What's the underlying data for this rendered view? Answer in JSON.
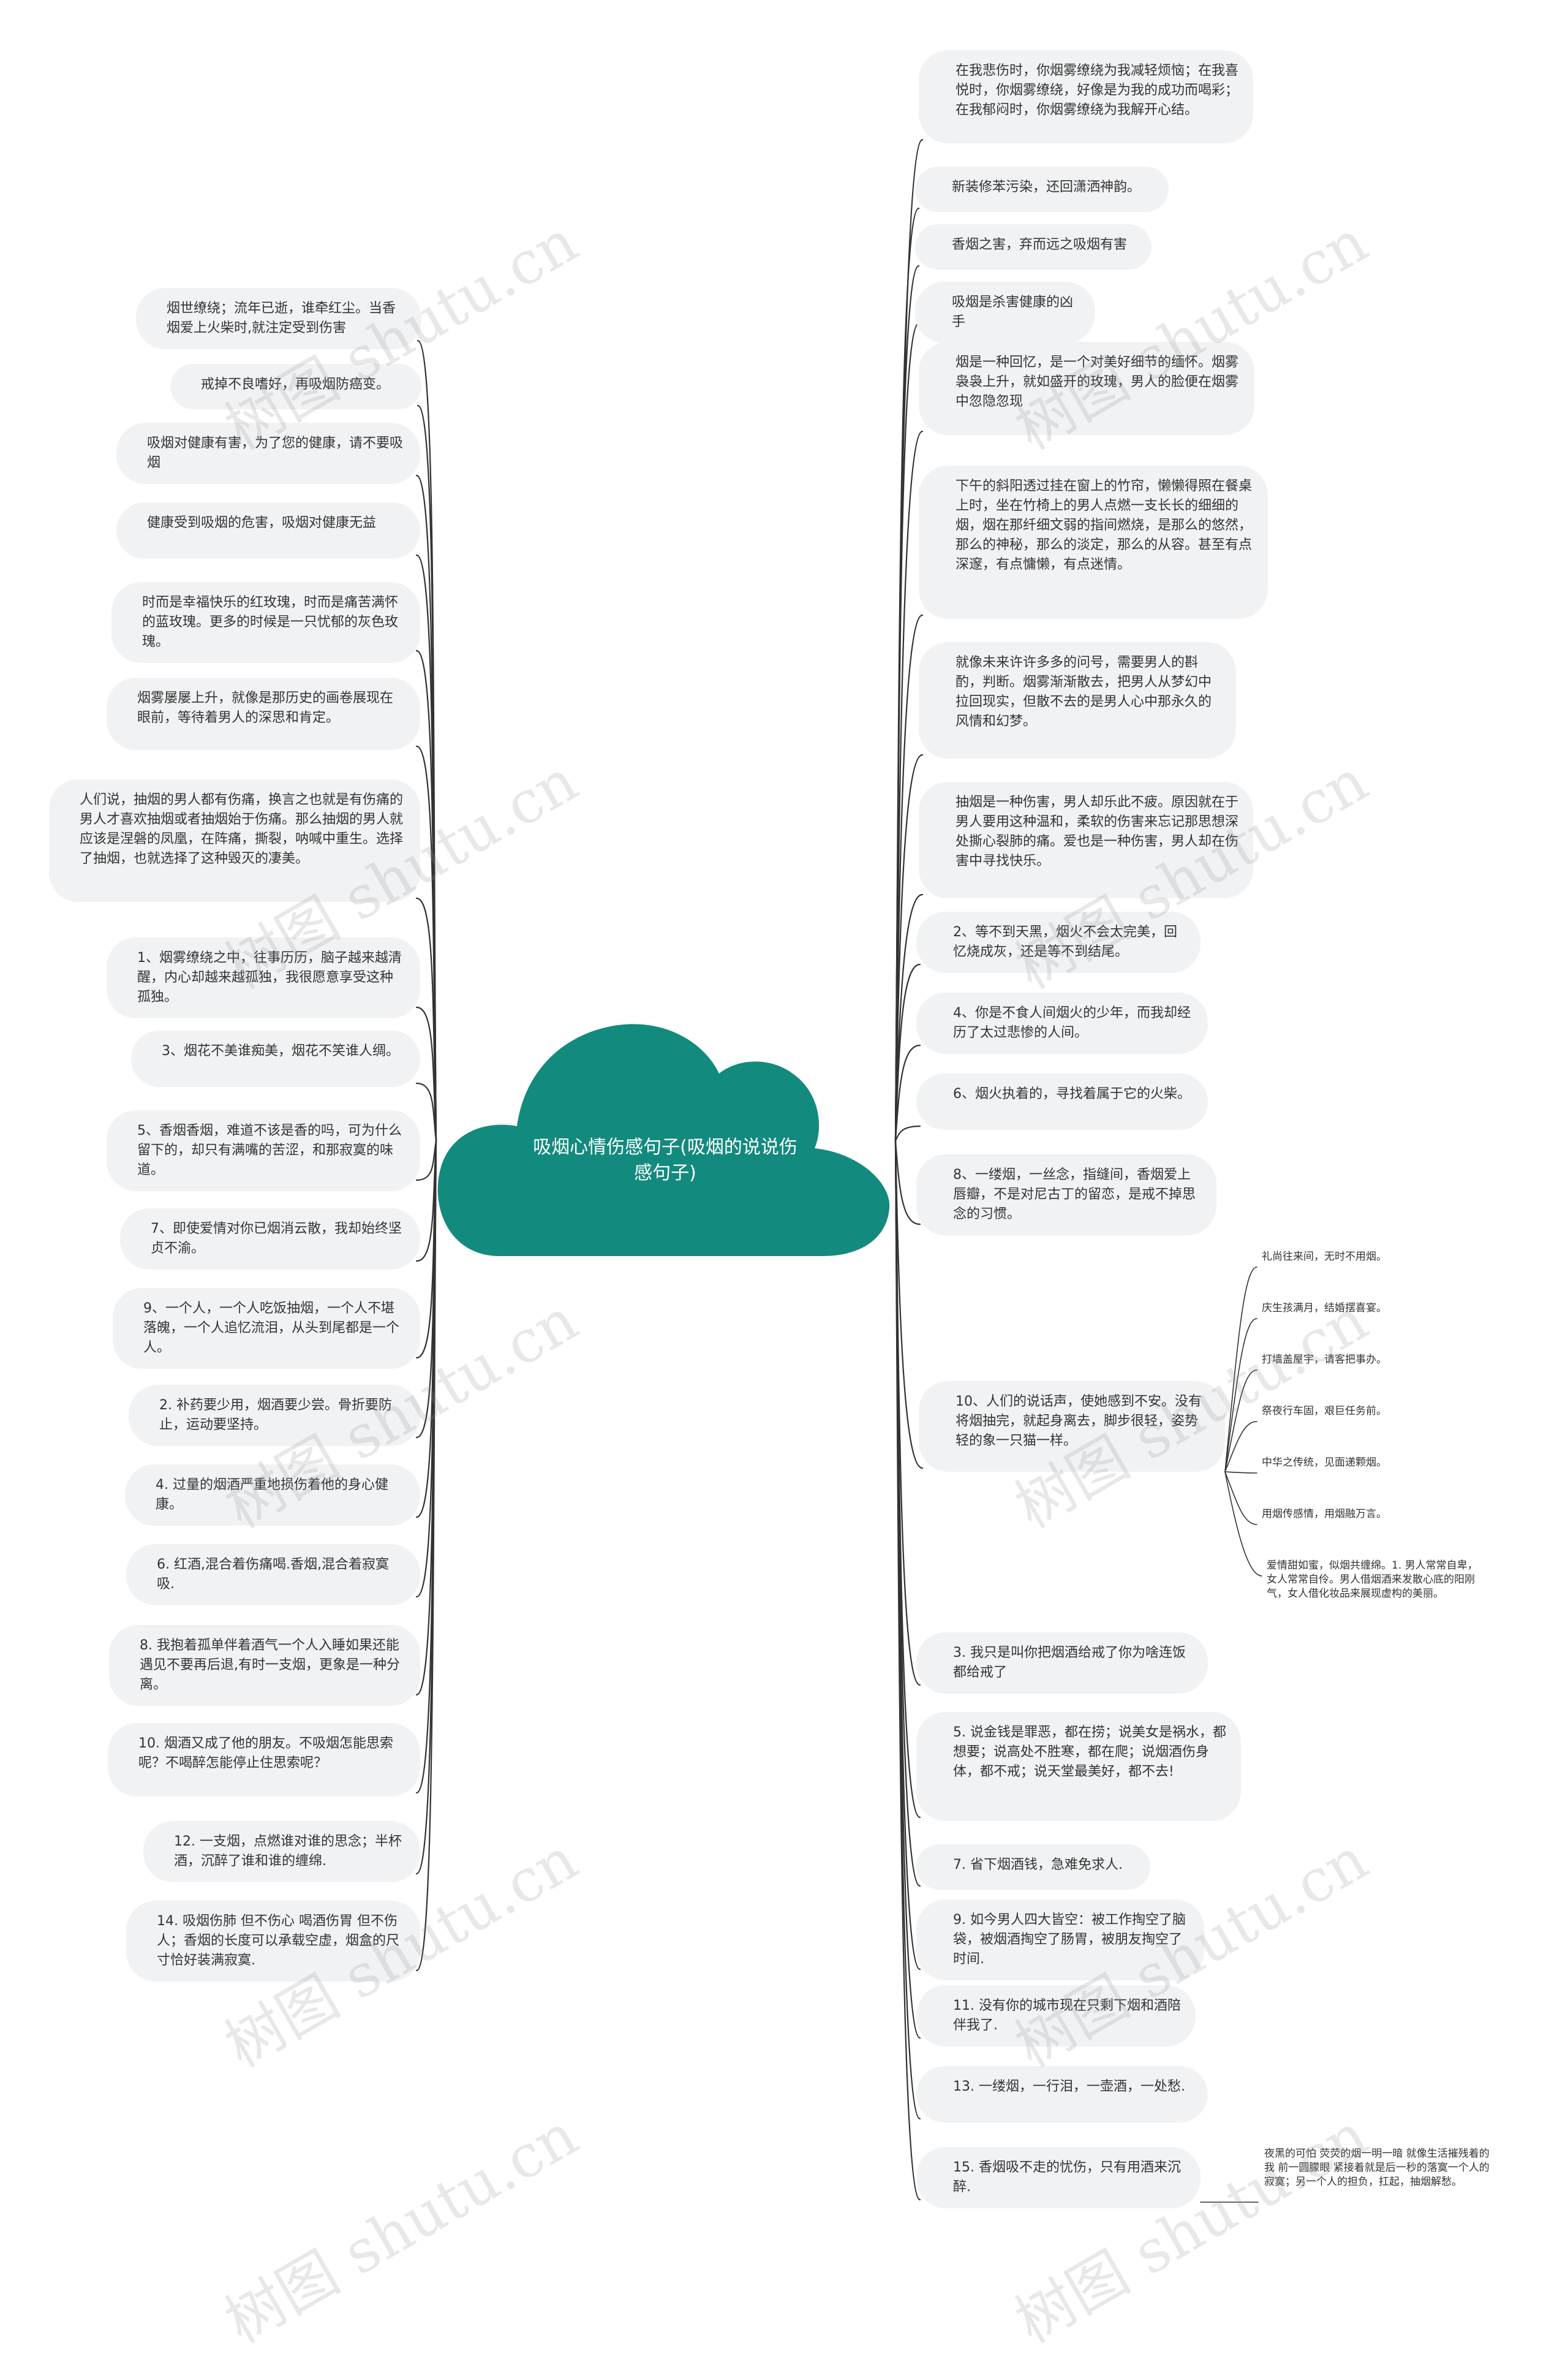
{
  "center": {
    "title": "吸烟心情伤感句子(吸烟的说说伤感句子)",
    "color": "#138a7e"
  },
  "watermark": "树图 shutu.cn",
  "left_nodes": [
    "烟世缭绕；流年已逝，谁牵红尘。当香烟爱上火柴时,就注定受到伤害",
    "戒掉不良嗜好，再吸烟防癌变。",
    "吸烟对健康有害，为了您的健康，请不要吸烟",
    "健康受到吸烟的危害，吸烟对健康无益",
    "时而是幸福快乐的红玫瑰，时而是痛苦满怀的蓝玫瑰。更多的时候是一只忧郁的灰色玫瑰。",
    "烟雾屡屡上升，就像是那历史的画卷展现在眼前，等待着男人的深思和肯定。",
    "人们说，抽烟的男人都有伤痛，换言之也就是有伤痛的男人才喜欢抽烟或者抽烟始于伤痛。那么抽烟的男人就应该是涅磐的凤凰，在阵痛，撕裂，呐喊中重生。选择了抽烟，也就选择了这种毁灭的凄美。",
    "1、烟雾缭绕之中，往事历历，脑子越来越清醒，内心却越来越孤独，我很愿意享受这种孤独。",
    "3、烟花不美谁痴美，烟花不笑谁人绸。",
    "5、香烟香烟，难道不该是香的吗，可为什么留下的，却只有满嘴的苦涩，和那寂寞的味道。",
    "7、即使爱情对你已烟消云散，我却始终坚贞不渝。",
    "9、一个人，一个人吃饭抽烟，一个人不堪落魄，一个人追忆流泪，从头到尾都是一个人。",
    "2. 补药要少用，烟酒要少尝。骨折要防止，运动要坚持。",
    "4. 过量的烟酒严重地损伤着他的身心健康。",
    "6. 红酒,混合着伤痛喝.香烟,混合着寂寞吸.",
    "8. 我抱着孤单伴着酒气一个人入睡如果还能遇见不要再后退,有时一支烟，更象是一种分离。",
    "10. 烟酒又成了他的朋友。不吸烟怎能思索呢？不喝醉怎能停止住思索呢？",
    "12. 一支烟，点燃谁对谁的思念；半杯酒，沉醉了谁和谁的缠绵.",
    "14. 吸烟伤肺 但不伤心 喝酒伤胃 但不伤人；香烟的长度可以承载空虚，烟盒的尺寸恰好装满寂寞."
  ],
  "right_nodes": [
    "在我悲伤时，你烟雾缭绕为我减轻烦恼；在我喜悦时，你烟雾缭绕，好像是为我的成功而喝彩；在我郁闷时，你烟雾缭绕为我解开心结。",
    "新装修苯污染，还回潇洒神韵。",
    "香烟之害，弃而远之吸烟有害",
    "吸烟是杀害健康的凶手",
    "烟是一种回忆，是一个对美好细节的缅怀。烟雾袅袅上升，就如盛开的玫瑰，男人的脸便在烟雾中忽隐忽现",
    "下午的斜阳透过挂在窗上的竹帘，懒懒得照在餐桌上时，坐在竹椅上的男人点燃一支长长的细细的烟，烟在那纤细文弱的指间燃烧，是那么的悠然，那么的神秘，那么的淡定，那么的从容。甚至有点深邃，有点慵懒，有点迷情。",
    "就像未来许许多多的问号，需要男人的斟酌，判断。烟雾渐渐散去，把男人从梦幻中拉回现实，但散不去的是男人心中那永久的风情和幻梦。",
    "抽烟是一种伤害，男人却乐此不疲。原因就在于男人要用这种温和，柔软的伤害来忘记那思想深处撕心裂肺的痛。爱也是一种伤害，男人却在伤害中寻找快乐。",
    "2、等不到天黑，烟火不会太完美，回忆烧成灰，还是等不到结尾。",
    "4、你是不食人间烟火的少年，而我却经历了太过悲惨的人间。",
    "6、烟火执着的，寻找着属于它的火柴。",
    "8、一缕烟，一丝念，指缝间，香烟爱上唇瓣，不是对尼古丁的留恋，是戒不掉思念的习惯。",
    "10、人们的说话声，使她感到不安。没有将烟抽完，就起身离去，脚步很轻，姿势轻的象一只猫一样。",
    "3. 我只是叫你把烟酒给戒了你为啥连饭都给戒了",
    "5. 说金钱是罪恶，都在捞；说美女是祸水，都想要；说高处不胜寒，都在爬；说烟酒伤身体，都不戒；说天堂最美好，都不去!",
    "7. 省下烟酒钱，急难免求人.",
    "9. 如今男人四大皆空：被工作掏空了脑袋，被烟酒掏空了肠胃，被朋友掏空了时间.",
    "11. 没有你的城市现在只剩下烟和酒陪伴我了.",
    "13. 一缕烟，一行泪，一壶酒，一处愁.",
    "15. 香烟吸不走的忧伤，只有用酒来沉醉."
  ],
  "sub_nodes": [
    "礼尚往来间，无时不用烟。",
    "庆生孩满月，结婚摆喜宴。",
    "打墙盖屋宇，请客把事办。",
    "祭夜行车固，艰巨任务前。",
    "中华之传统，见面递颗烟。",
    "用烟传感情，用烟融万言。",
    "爱情甜如蜜，似烟共缠绵。1. 男人常常自卑，女人常常自伶。男人借烟酒来发散心底的阳刚气，女人借化妆品来展现虚构的美丽。"
  ],
  "tail_node": "夜黑的可怕 荧荧的烟一明一暗 就像生活摧残着的我 前一圆朦眼 紧接着就是后一秒的落寞一个人的寂寞；另一个人的担负，扛起，抽烟解愁。"
}
